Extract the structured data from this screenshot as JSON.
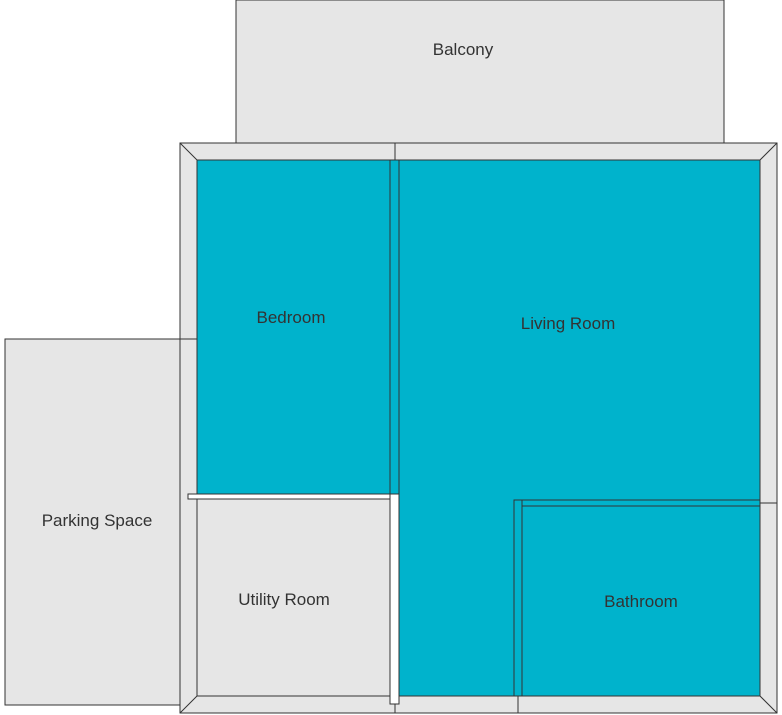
{
  "colors": {
    "exterior_area": "#e6e6e6",
    "wall": "#e6e6e6",
    "room_teal": "#00b3cc",
    "room_grey": "#e6e6e6",
    "line": "#333333"
  },
  "rooms": {
    "balcony": "Balcony",
    "bedroom": "Bedroom",
    "living_room": "Living Room",
    "parking_space": "Parking Space",
    "utility_room": "Utility Room",
    "bathroom": "Bathroom"
  }
}
